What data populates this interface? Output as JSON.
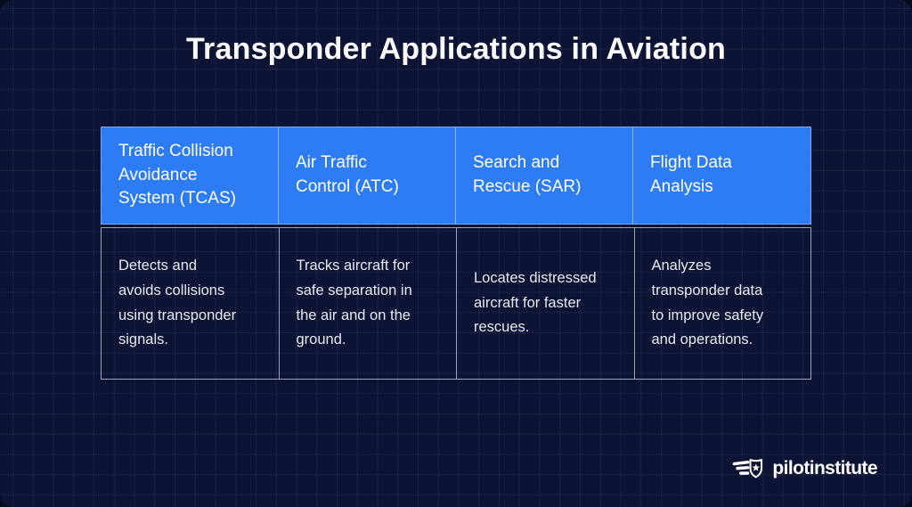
{
  "page": {
    "title": "Transponder Applications in Aviation"
  },
  "table": {
    "columns": [
      {
        "header": "Traffic Collision\nAvoidance\nSystem (TCAS)",
        "description": "Detects and\navoids collisions\nusing transponder\nsignals."
      },
      {
        "header": "Air Traffic\nControl (ATC)",
        "description": "Tracks aircraft for\nsafe separation in\nthe air and on the\nground."
      },
      {
        "header": "Search and\nRescue (SAR)",
        "description": "Locates distressed\naircraft for faster\nrescues."
      },
      {
        "header": "Flight Data\nAnalysis",
        "description": "Analyzes\ntransponder data\nto improve safety\nand operations."
      }
    ]
  },
  "branding": {
    "name": "pilotinstitute",
    "icon": "winged-shield-star"
  },
  "colors": {
    "card_background": "#0d1333",
    "grid_line": "#27305c",
    "header_blue": "#2e7cf4",
    "title_text": "#fbfbfd",
    "header_text": "#ffffff",
    "body_text": "#e8eaf2",
    "cell_border": "#cdd3e4"
  }
}
